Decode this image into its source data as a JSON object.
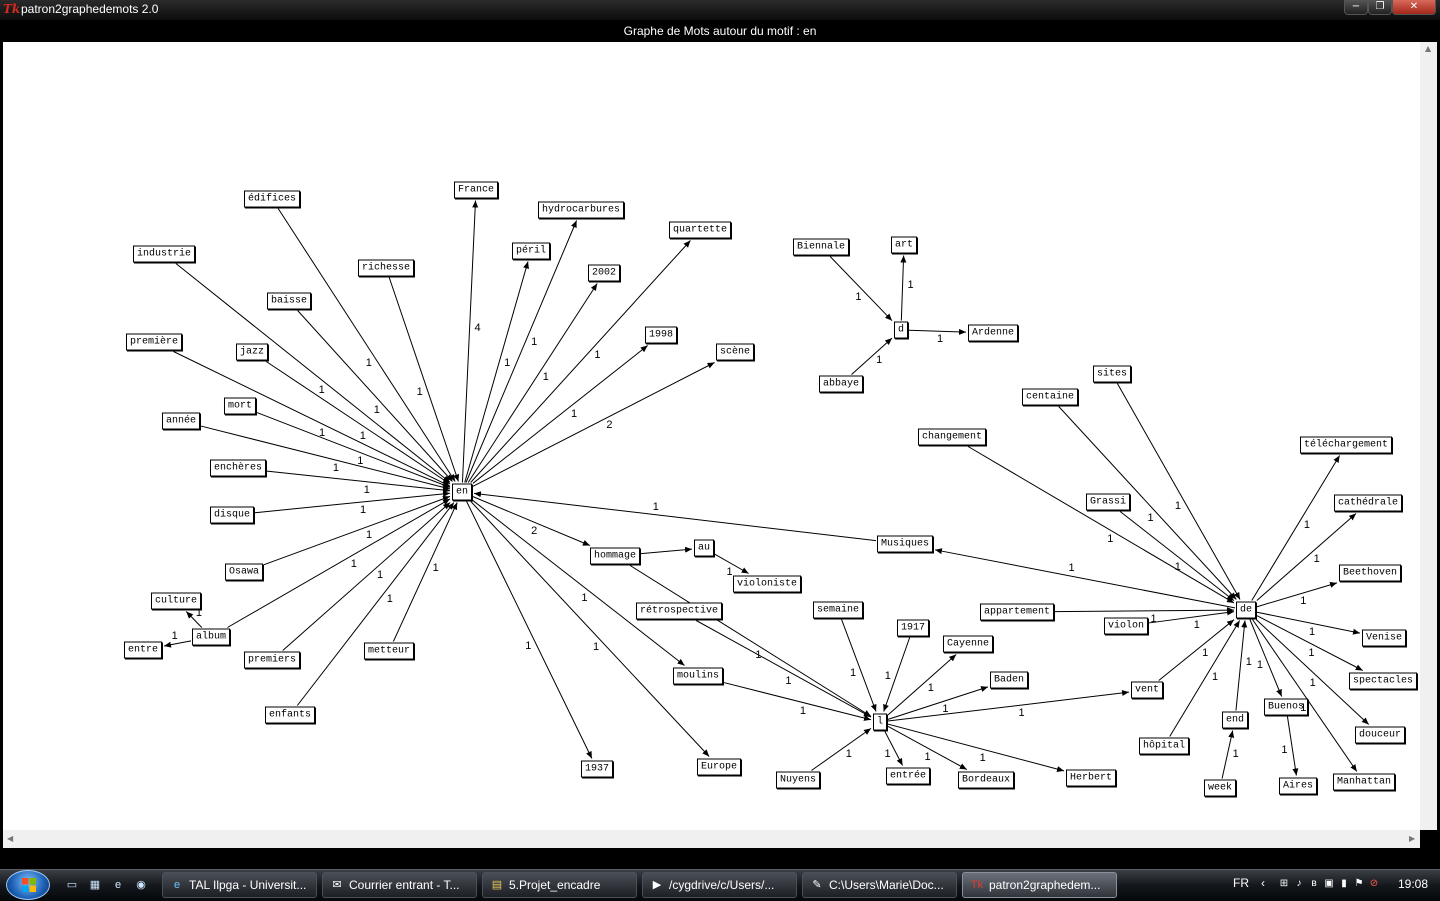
{
  "window": {
    "title": "patron2graphedemots 2.0",
    "app_icon": "Tk",
    "graph_title": "Graphe de Mots autour du motif : en",
    "controls": {
      "minimize": "−",
      "maximize": "❐",
      "close": "✕"
    }
  },
  "colors": {
    "canvas_bg": "#ffffff",
    "window_bg": "#000000",
    "edge": "#000000",
    "close_button": "#c7402d"
  },
  "graph": {
    "nodes": [
      {
        "id": "edifices",
        "label": "édifices"
      },
      {
        "id": "france",
        "label": "France"
      },
      {
        "id": "hydrocarbures",
        "label": "hydrocarbures"
      },
      {
        "id": "industrie",
        "label": "industrie"
      },
      {
        "id": "richesse",
        "label": "richesse"
      },
      {
        "id": "peril",
        "label": "péril"
      },
      {
        "id": "quartette",
        "label": "quartette"
      },
      {
        "id": "biennale",
        "label": "Biennale"
      },
      {
        "id": "art",
        "label": "art"
      },
      {
        "id": "y2002",
        "label": "2002"
      },
      {
        "id": "baisse",
        "label": "baisse"
      },
      {
        "id": "d",
        "label": "d"
      },
      {
        "id": "ardenne",
        "label": "Ardenne"
      },
      {
        "id": "premiere",
        "label": "première"
      },
      {
        "id": "y1998",
        "label": "1998"
      },
      {
        "id": "jazz",
        "label": "jazz"
      },
      {
        "id": "scene",
        "label": "scène"
      },
      {
        "id": "sites",
        "label": "sites"
      },
      {
        "id": "abbaye",
        "label": "abbaye"
      },
      {
        "id": "centaine",
        "label": "centaine"
      },
      {
        "id": "mort",
        "label": "mort"
      },
      {
        "id": "annee",
        "label": "année"
      },
      {
        "id": "changement",
        "label": "changement"
      },
      {
        "id": "telechargement",
        "label": "téléchargement"
      },
      {
        "id": "encheres",
        "label": "enchères"
      },
      {
        "id": "en",
        "label": "en"
      },
      {
        "id": "grassi",
        "label": "Grassi"
      },
      {
        "id": "cathedrale",
        "label": "cathédrale"
      },
      {
        "id": "disque",
        "label": "disque"
      },
      {
        "id": "musiques",
        "label": "Musiques"
      },
      {
        "id": "au",
        "label": "au"
      },
      {
        "id": "hommage",
        "label": "hommage"
      },
      {
        "id": "beethoven",
        "label": "Beethoven"
      },
      {
        "id": "osawa",
        "label": "Osawa"
      },
      {
        "id": "violoniste",
        "label": "violoniste"
      },
      {
        "id": "culture",
        "label": "culture"
      },
      {
        "id": "semaine",
        "label": "semaine"
      },
      {
        "id": "retrospective",
        "label": "rétrospective"
      },
      {
        "id": "appartement",
        "label": "appartement"
      },
      {
        "id": "de",
        "label": "de"
      },
      {
        "id": "album",
        "label": "album"
      },
      {
        "id": "venise",
        "label": "Venise"
      },
      {
        "id": "y1917",
        "label": "1917"
      },
      {
        "id": "violon",
        "label": "violon"
      },
      {
        "id": "entre",
        "label": "entre"
      },
      {
        "id": "cayenne",
        "label": "Cayenne"
      },
      {
        "id": "premiers",
        "label": "premiers"
      },
      {
        "id": "metteur",
        "label": "metteur"
      },
      {
        "id": "moulins",
        "label": "moulins"
      },
      {
        "id": "baden",
        "label": "Baden"
      },
      {
        "id": "spectacles",
        "label": "spectacles"
      },
      {
        "id": "vent",
        "label": "vent"
      },
      {
        "id": "buenos",
        "label": "Buenos"
      },
      {
        "id": "enfants",
        "label": "enfants"
      },
      {
        "id": "l",
        "label": "l"
      },
      {
        "id": "end",
        "label": "end"
      },
      {
        "id": "douceur",
        "label": "douceur"
      },
      {
        "id": "hopital",
        "label": "hôpital"
      },
      {
        "id": "y1937",
        "label": "1937"
      },
      {
        "id": "europe",
        "label": "Europe"
      },
      {
        "id": "entree",
        "label": "entrée"
      },
      {
        "id": "nuyens",
        "label": "Nuyens"
      },
      {
        "id": "bordeaux",
        "label": "Bordeaux"
      },
      {
        "id": "herbert",
        "label": "Herbert"
      },
      {
        "id": "aires",
        "label": "Aires"
      },
      {
        "id": "manhattan",
        "label": "Manhattan"
      },
      {
        "id": "week",
        "label": "week"
      }
    ],
    "edges": [
      {
        "from": "industrie",
        "to": "en",
        "weight": "1"
      },
      {
        "from": "edifices",
        "to": "en",
        "weight": "1"
      },
      {
        "from": "baisse",
        "to": "en",
        "weight": "1"
      },
      {
        "from": "richesse",
        "to": "en",
        "weight": "1"
      },
      {
        "from": "premiere",
        "to": "en",
        "weight": "1"
      },
      {
        "from": "jazz",
        "to": "en",
        "weight": "1"
      },
      {
        "from": "mort",
        "to": "en",
        "weight": "1"
      },
      {
        "from": "annee",
        "to": "en",
        "weight": "1"
      },
      {
        "from": "encheres",
        "to": "en",
        "weight": "1"
      },
      {
        "from": "disque",
        "to": "en",
        "weight": "1"
      },
      {
        "from": "osawa",
        "to": "en",
        "weight": "1"
      },
      {
        "from": "album",
        "to": "en",
        "weight": "1"
      },
      {
        "from": "premiers",
        "to": "en",
        "weight": "1"
      },
      {
        "from": "enfants",
        "to": "en",
        "weight": "1"
      },
      {
        "from": "metteur",
        "to": "en",
        "weight": "1"
      },
      {
        "from": "en",
        "to": "france",
        "weight": "4"
      },
      {
        "from": "en",
        "to": "peril",
        "weight": "1"
      },
      {
        "from": "en",
        "to": "hydrocarbures",
        "weight": "1"
      },
      {
        "from": "en",
        "to": "y2002",
        "weight": "1"
      },
      {
        "from": "en",
        "to": "quartette",
        "weight": "1"
      },
      {
        "from": "en",
        "to": "y1998",
        "weight": "1"
      },
      {
        "from": "en",
        "to": "scene",
        "weight": "2"
      },
      {
        "from": "en",
        "to": "hommage",
        "weight": "2"
      },
      {
        "from": "en",
        "to": "moulins",
        "weight": "1"
      },
      {
        "from": "en",
        "to": "y1937",
        "weight": "1"
      },
      {
        "from": "en",
        "to": "europe",
        "weight": "1"
      },
      {
        "from": "musiques",
        "to": "en",
        "weight": "1"
      },
      {
        "from": "hommage",
        "to": "au",
        "weight": ""
      },
      {
        "from": "au",
        "to": "violoniste",
        "weight": "1"
      },
      {
        "from": "hommage",
        "to": "l",
        "weight": "1"
      },
      {
        "from": "retrospective",
        "to": "l",
        "weight": "1"
      },
      {
        "from": "moulins",
        "to": "l",
        "weight": "1"
      },
      {
        "from": "semaine",
        "to": "l",
        "weight": "1"
      },
      {
        "from": "y1917",
        "to": "l",
        "weight": "1"
      },
      {
        "from": "nuyens",
        "to": "l",
        "weight": "1"
      },
      {
        "from": "l",
        "to": "cayenne",
        "weight": "1"
      },
      {
        "from": "l",
        "to": "baden",
        "weight": "1"
      },
      {
        "from": "l",
        "to": "vent",
        "weight": "1"
      },
      {
        "from": "l",
        "to": "entree",
        "weight": "1"
      },
      {
        "from": "l",
        "to": "bordeaux",
        "weight": "1"
      },
      {
        "from": "l",
        "to": "herbert",
        "weight": "1"
      },
      {
        "from": "album",
        "to": "culture",
        "weight": "1"
      },
      {
        "from": "album",
        "to": "entre",
        "weight": "1"
      },
      {
        "from": "biennale",
        "to": "d",
        "weight": "1"
      },
      {
        "from": "abbaye",
        "to": "d",
        "weight": "1"
      },
      {
        "from": "d",
        "to": "art",
        "weight": "1"
      },
      {
        "from": "d",
        "to": "ardenne",
        "weight": "1"
      },
      {
        "from": "sites",
        "to": "de",
        "weight": "1"
      },
      {
        "from": "centaine",
        "to": "de",
        "weight": "1"
      },
      {
        "from": "changement",
        "to": "de",
        "weight": "1"
      },
      {
        "from": "grassi",
        "to": "de",
        "weight": "1"
      },
      {
        "from": "appartement",
        "to": "de",
        "weight": "1"
      },
      {
        "from": "violon",
        "to": "de",
        "weight": "1"
      },
      {
        "from": "vent",
        "to": "de",
        "weight": "1"
      },
      {
        "from": "hopital",
        "to": "de",
        "weight": "1"
      },
      {
        "from": "end",
        "to": "de",
        "weight": "1"
      },
      {
        "from": "week",
        "to": "end",
        "weight": "1"
      },
      {
        "from": "de",
        "to": "musiques",
        "weight": "1"
      },
      {
        "from": "de",
        "to": "telechargement",
        "weight": "1"
      },
      {
        "from": "de",
        "to": "cathedrale",
        "weight": "1"
      },
      {
        "from": "de",
        "to": "beethoven",
        "weight": "1"
      },
      {
        "from": "de",
        "to": "venise",
        "weight": "1"
      },
      {
        "from": "de",
        "to": "spectacles",
        "weight": "1"
      },
      {
        "from": "de",
        "to": "douceur",
        "weight": "1"
      },
      {
        "from": "de",
        "to": "manhattan",
        "weight": "1"
      },
      {
        "from": "de",
        "to": "buenos",
        "weight": "1"
      },
      {
        "from": "buenos",
        "to": "aires",
        "weight": "1"
      }
    ]
  },
  "taskbar": {
    "items": [
      {
        "label": "TAL Ilpga - Universit...",
        "icon": "ie-icon",
        "active": false
      },
      {
        "label": "Courrier entrant - T...",
        "icon": "mail-icon",
        "active": false
      },
      {
        "label": "5.Projet_encadre",
        "icon": "folder-icon",
        "active": false
      },
      {
        "label": "/cygdrive/c/Users/...",
        "icon": "terminal-icon",
        "active": false
      },
      {
        "label": "C:\\Users\\Marie\\Doc...",
        "icon": "notepad-icon",
        "active": false
      },
      {
        "label": "patron2graphedem...",
        "icon": "tk-icon",
        "active": true
      }
    ],
    "quicklaunch": [
      "show-desktop-icon",
      "switch-windows-icon",
      "ie-icon",
      "media-icon"
    ],
    "language": "FR",
    "tray_icons": [
      "network-icon",
      "volume-icon",
      "bluetooth-icon",
      "safely-remove-icon",
      "battery-icon",
      "flag-icon",
      "security-icon"
    ],
    "clock": "19:08"
  }
}
